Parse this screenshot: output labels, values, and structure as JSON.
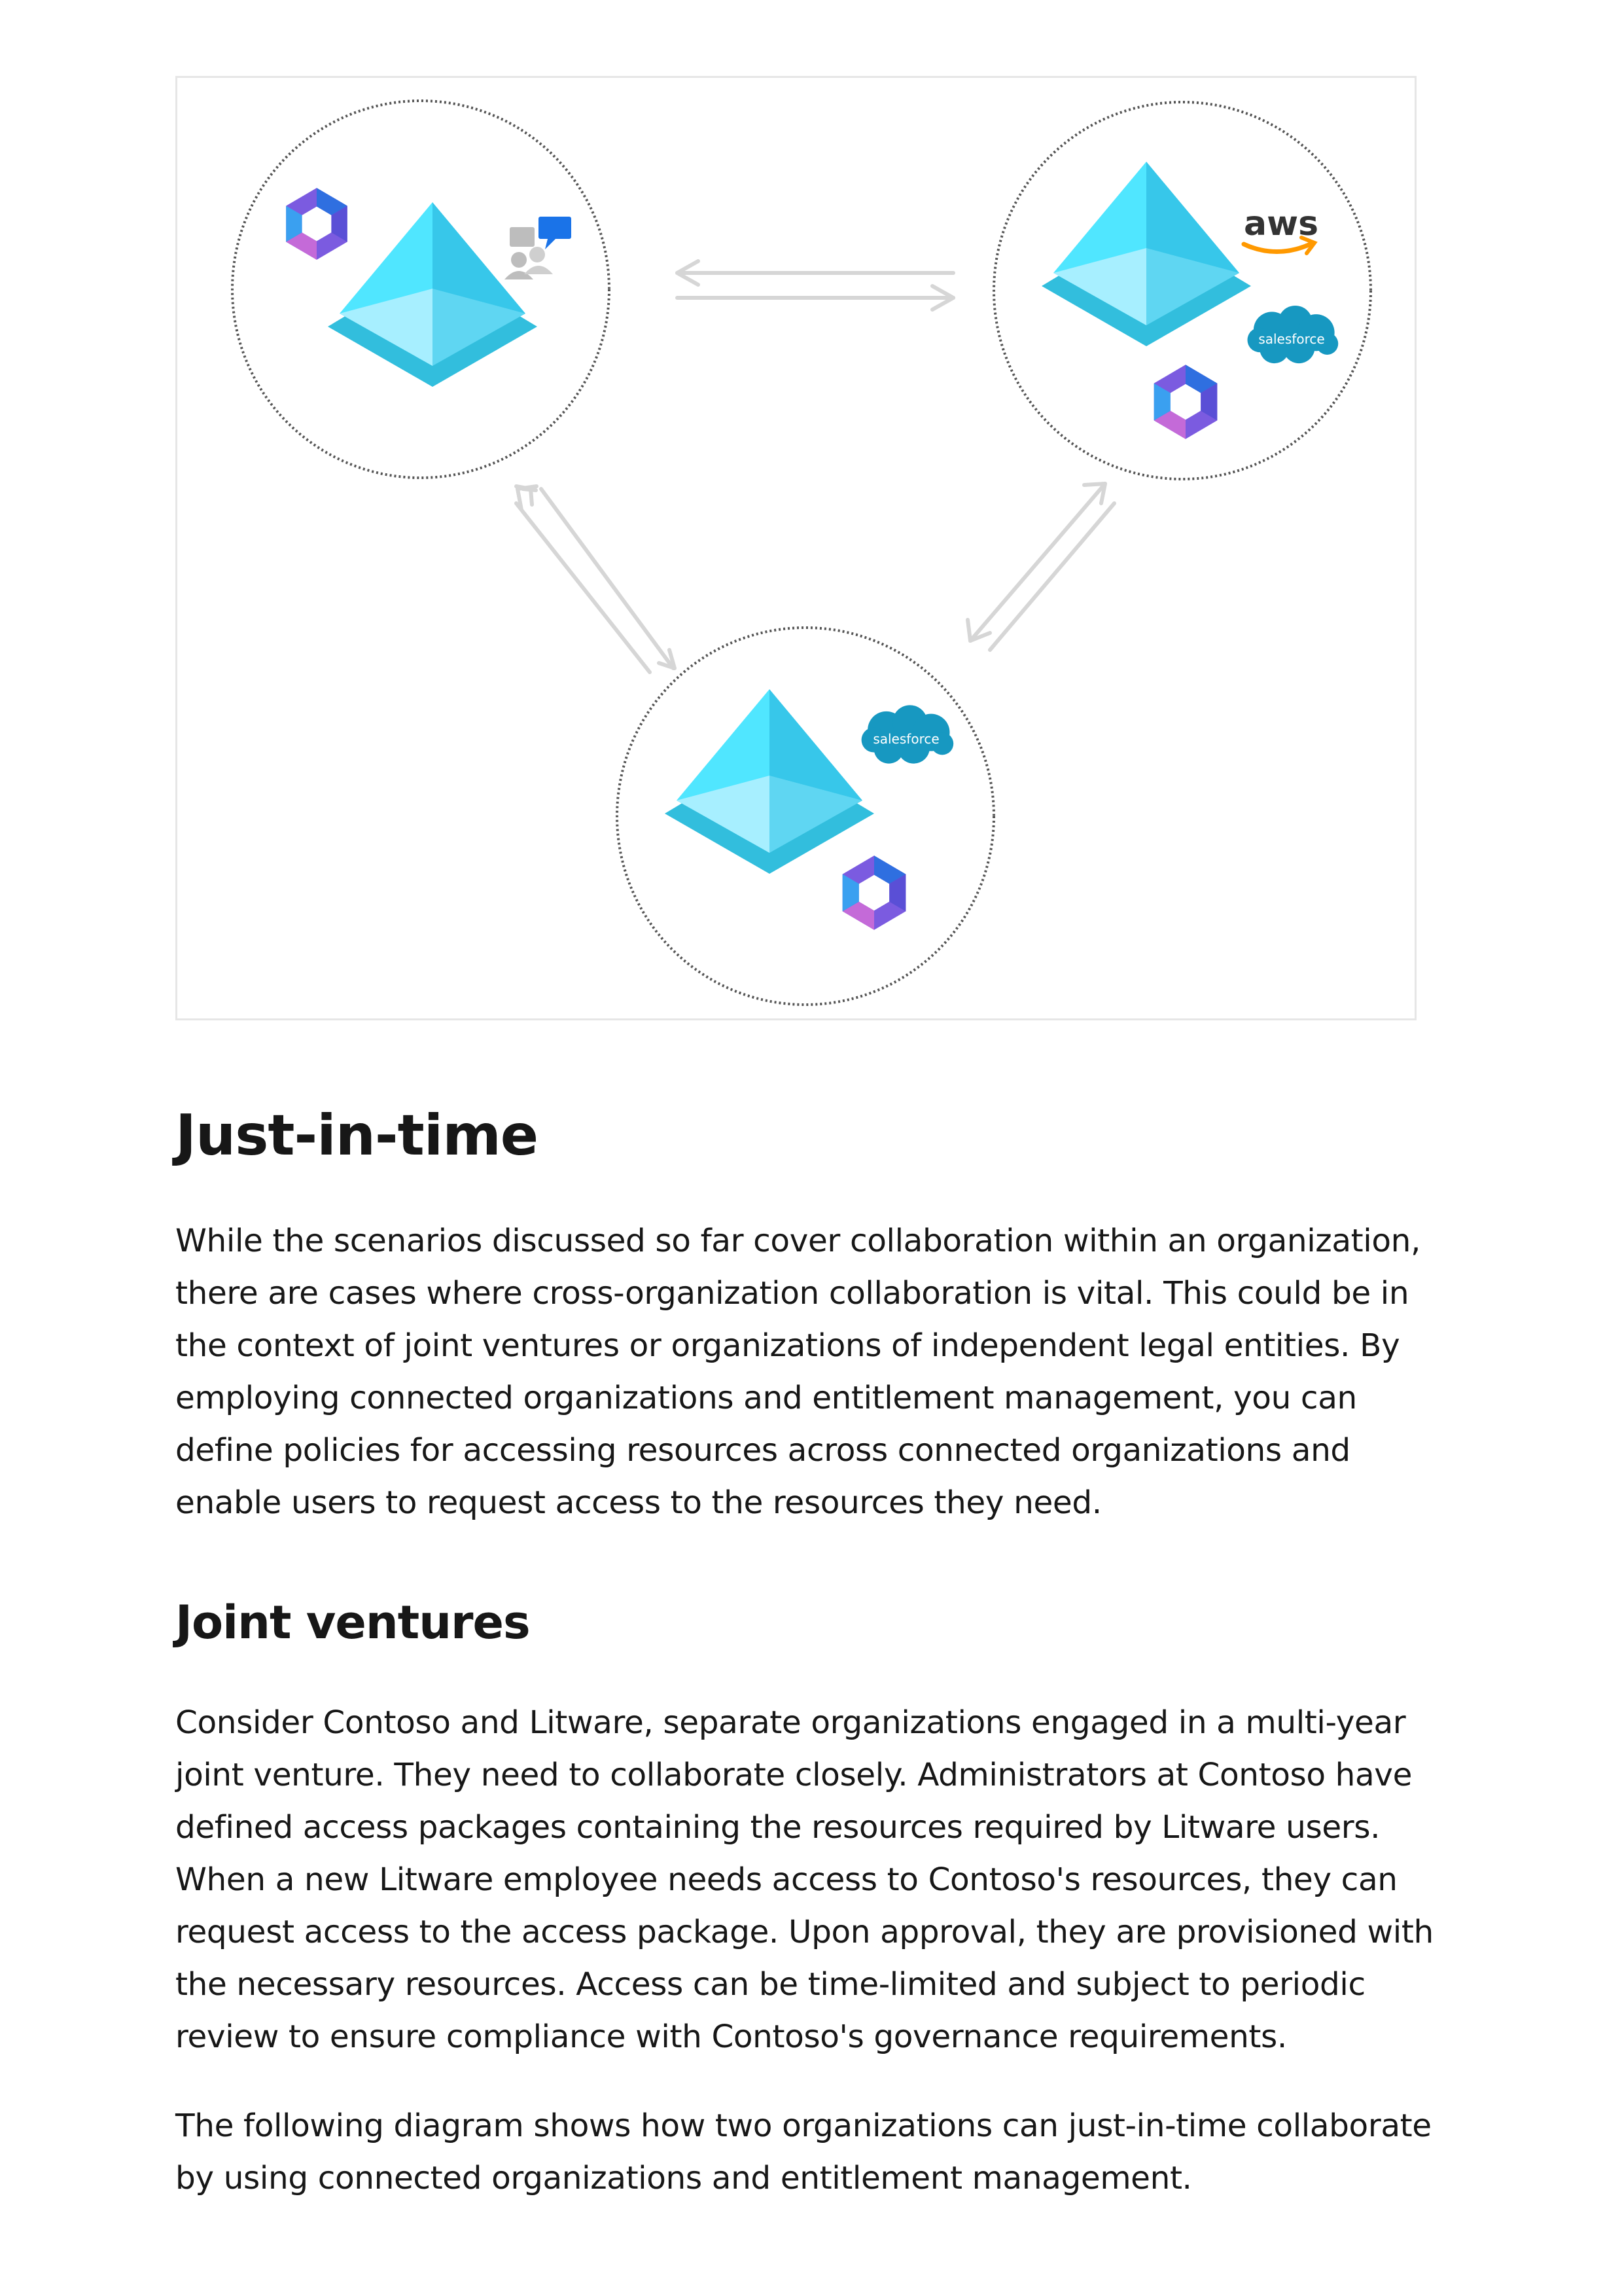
{
  "diagram": {
    "logos": {
      "salesforce_text": "salesforce",
      "aws_text": "aws"
    },
    "icons": [
      "azure-ad-pyramid-icon",
      "microsoft-365-icon",
      "people-chat-icon",
      "salesforce-logo",
      "aws-logo",
      "bidirectional-arrow-icon"
    ],
    "colors": {
      "pyramid_top": "#50e6ff",
      "pyramid_light": "#9cebff",
      "pyramid_base": "#32bedd",
      "m365_purple": "#7b5be0",
      "salesforce_blue": "#1798c1",
      "aws_orange": "#ff9900",
      "arrow_gray": "#d9d9d9"
    }
  },
  "sections": {
    "jit_heading": "Just-in-time",
    "jit_paragraph": "While the scenarios discussed so far cover collaboration within an organization, there are cases where cross-organization collaboration is vital. This could be in the context of joint ventures or organizations of independent legal entities. By employing connected organizations and entitlement management, you can define policies for accessing resources across connected organizations and enable users to request access to the resources they need.",
    "jv_heading": "Joint ventures",
    "jv_paragraph": "Consider Contoso and Litware, separate organizations engaged in a multi-year joint venture. They need to collaborate closely. Administrators at Contoso have defined access packages containing the resources required by Litware users. When a new Litware employee needs access to Contoso's resources, they can request access to the access package. Upon approval, they are provisioned with the necessary resources. Access can be time-limited and subject to periodic review to ensure compliance with Contoso's governance requirements.",
    "jv_followup": "The following diagram shows how two organizations can just-in-time collaborate by using connected organizations and entitlement management."
  }
}
